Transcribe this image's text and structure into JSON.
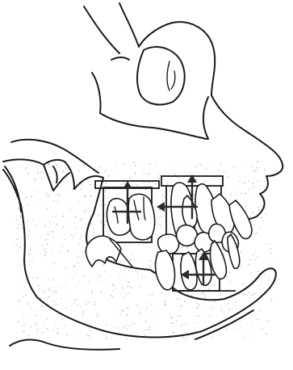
{
  "figure": {
    "background": "#ffffff",
    "ink": "#1a1a1a",
    "stipple": "#b8b8b8"
  },
  "arrows": [
    {
      "name": "upper-posterior-vertical-arrow",
      "direction": "up"
    },
    {
      "name": "upper-anterior-vertical-arrow",
      "direction": "up"
    },
    {
      "name": "upper-anterior-backward-arrow",
      "direction": "left"
    },
    {
      "name": "lower-anterior-backward-arrow",
      "direction": "left"
    },
    {
      "name": "lower-anterior-vertical-arrow",
      "direction": "up"
    }
  ]
}
